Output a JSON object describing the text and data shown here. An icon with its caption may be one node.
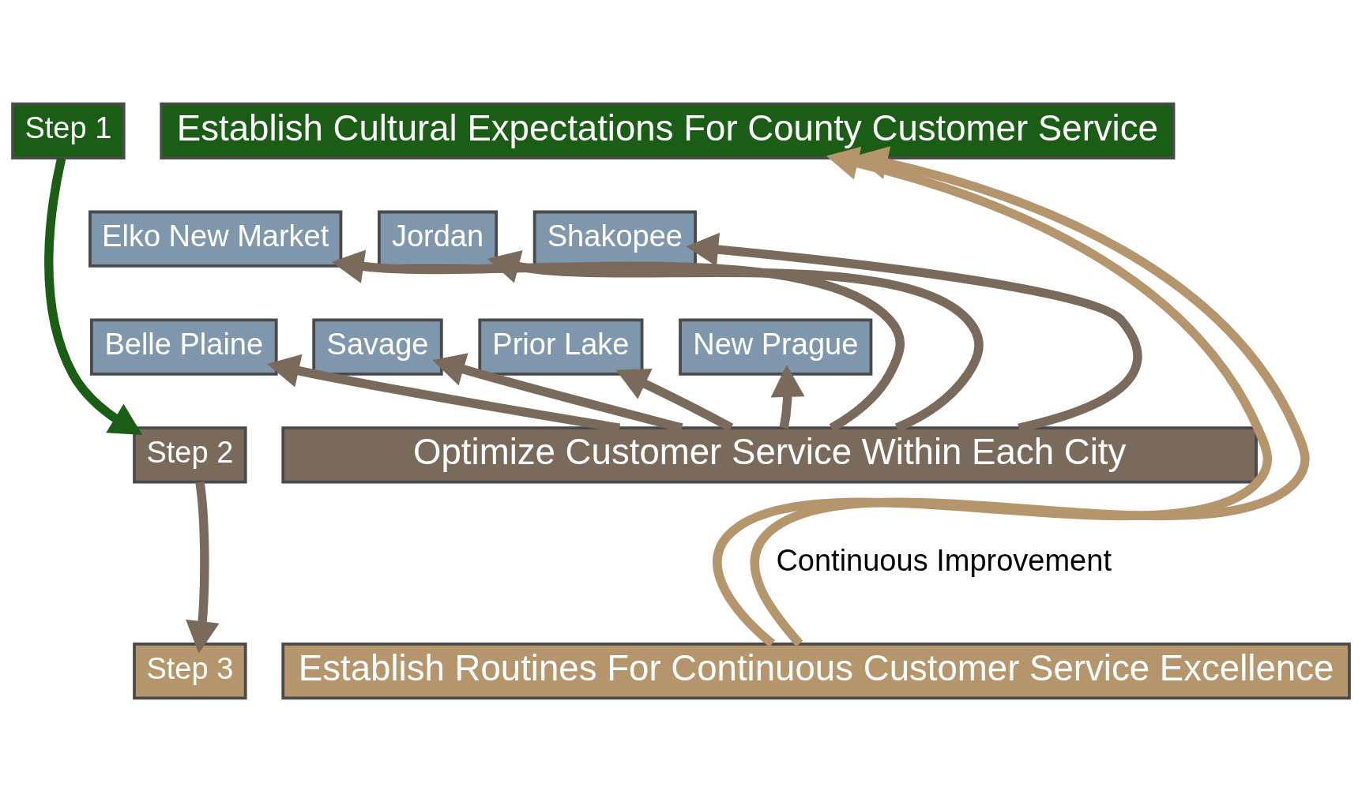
{
  "diagram": {
    "nodes": [
      {
        "text": [
          "Step 1"
        ]
      },
      {
        "text": [
          "Establish Cultural Expectations For County Customer Service"
        ]
      },
      {
        "text": [
          "Elko New Market"
        ]
      },
      {
        "text": [
          "Jordan"
        ]
      },
      {
        "text": [
          "Shakopee"
        ]
      },
      {
        "text": [
          "Belle Plaine"
        ]
      },
      {
        "text": [
          "Savage"
        ]
      },
      {
        "text": [
          "Prior Lake"
        ]
      },
      {
        "text": [
          "New Prague"
        ]
      },
      {
        "text": [
          "Step 2"
        ]
      },
      {
        "text": [
          "Optimize Customer Service Within Each City"
        ]
      },
      {
        "text": [
          "Step 3"
        ]
      },
      {
        "text": [
          "Establish Routines For Continuous Customer Service Excellence"
        ]
      }
    ],
    "edges": [
      {
        "from": 0,
        "to": 9,
        "arrow": "to",
        "color": "#1a5e16"
      },
      {
        "from": 9,
        "to": 11,
        "arrow": "to"
      },
      {
        "from": 10,
        "to": 5,
        "arrow": "to"
      },
      {
        "from": 10,
        "to": 2,
        "arrow": "to"
      },
      {
        "from": 10,
        "to": 6,
        "arrow": "to"
      },
      {
        "from": 10,
        "to": 3,
        "arrow": "to"
      },
      {
        "from": 10,
        "to": 7,
        "arrow": "to"
      },
      {
        "from": 10,
        "to": 4,
        "arrow": "to"
      },
      {
        "from": 10,
        "to": 8,
        "arrow": "to"
      },
      {
        "from": 12,
        "to": 1,
        "arrow": "to",
        "color": "#b5956b"
      },
      {
        "from": 12,
        "to": 1,
        "arrow": "to",
        "color": "#b5956b"
      }
    ],
    "labels": [
      "Continuous Improvement"
    ]
  }
}
